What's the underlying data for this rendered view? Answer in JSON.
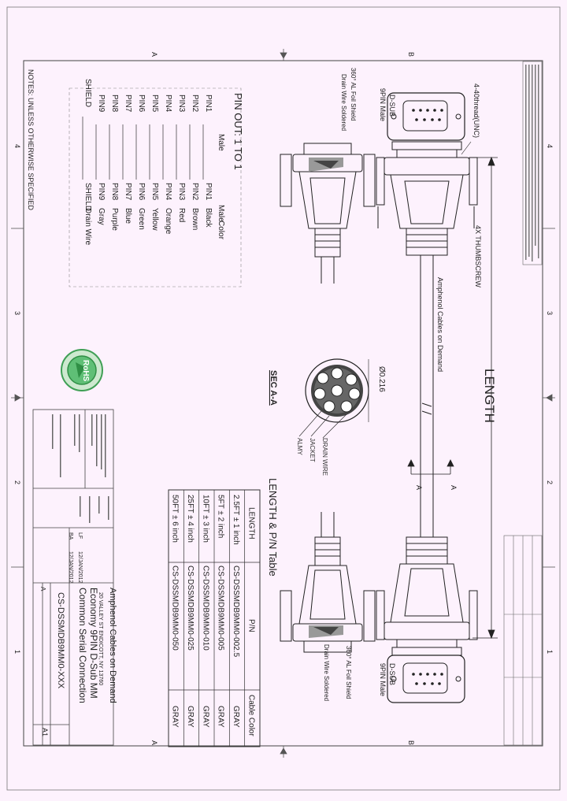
{
  "zone_labels": {
    "top": [
      "A",
      "B"
    ],
    "bottom": [
      "A",
      "B"
    ],
    "left": [
      "4",
      "3",
      "2",
      "1"
    ],
    "right": [
      "4",
      "3",
      "2",
      "1"
    ]
  },
  "notes_heading": "NOTES: UNLESS OTHERWISE SPECIFIED",
  "connector_left": {
    "line1": "D-SUB",
    "line2": "9PIN Male"
  },
  "connector_right": {
    "line1": "D-SUB",
    "line2": "9PIN Male"
  },
  "thread_label": "4-40thread(UNC)",
  "thumbscrew_label": "4X THUMBSCREW",
  "shield_label": "360° AL Foil Shield",
  "drain_label": "Drain Wire Soldered",
  "cable_label": "Amphenol Cables on Demand",
  "length_label": "LENGTH",
  "section_cut": "A",
  "section": {
    "title": "SEC A-A",
    "diameter": "Ø0.216",
    "callouts": [
      "DRAIN WIRE",
      "JACKET",
      "ALMY"
    ]
  },
  "pinout": {
    "title": "PIN OUT: 1 TO 1",
    "headers": [
      "Male",
      "Male",
      "Color"
    ],
    "rows": [
      [
        "PIN1",
        "PIN1",
        "Black"
      ],
      [
        "PIN2",
        "PIN2",
        "Brown"
      ],
      [
        "PIN3",
        "PIN3",
        "Red"
      ],
      [
        "PIN4",
        "PIN4",
        "Orange"
      ],
      [
        "PIN5",
        "PIN5",
        "Yellow"
      ],
      [
        "PIN6",
        "PIN6",
        "Green"
      ],
      [
        "PIN7",
        "PIN7",
        "Blue"
      ],
      [
        "PIN8",
        "PIN8",
        "Purple"
      ],
      [
        "PIN9",
        "PIN9",
        "Gray"
      ],
      [
        "SHIELD",
        "SHIELD",
        "Drain Wire"
      ]
    ]
  },
  "length_table": {
    "title": "LENGTH & P/N Table",
    "headers": [
      "LENGTH",
      "P/N",
      "Cable Color"
    ],
    "rows": [
      [
        "2.5FT  ± 1 inch",
        "CS-DSSMDB9MM0-002.5",
        "GRAY"
      ],
      [
        "5FT  ± 2 inch",
        "CS-DSSMDB9MM0-005",
        "GRAY"
      ],
      [
        "10FT  ± 3 inch",
        "CS-DSSMDB9MM0-010",
        "GRAY"
      ],
      [
        "25FT  ± 4 inch",
        "CS-DSSMDB9MM0-025",
        "GRAY"
      ],
      [
        "50FT  ± 6 inch",
        "CS-DSSMDB9MM0-050",
        "GRAY"
      ]
    ]
  },
  "rohs_stamp": "RoHS",
  "title_block": {
    "company": "Amphenol Cables on Demand",
    "address": "20 VALLEY ST ENDICOTT, NY 13760",
    "description_line1": "Economy 9PIN D-Sub MM",
    "description_line2": "Common Serial Connection",
    "part_number": "CS-DSSMDB9MM0-XXX",
    "drawn_by": "BA",
    "checked_by": "LF",
    "date1": "12/JAN/2012",
    "date2": "12/JAN/2012",
    "revision": "A1",
    "size": "A"
  }
}
